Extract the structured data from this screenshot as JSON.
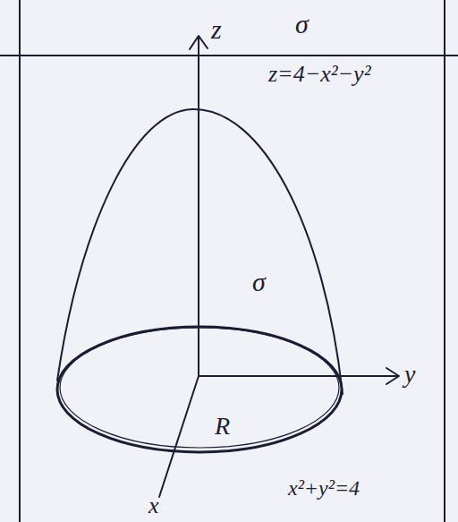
{
  "diagram": {
    "labels": [
      "z",
      "σ",
      "z=4−x²−y²",
      "σ",
      "y",
      "R",
      "x",
      "x²+y²=4"
    ]
  }
}
